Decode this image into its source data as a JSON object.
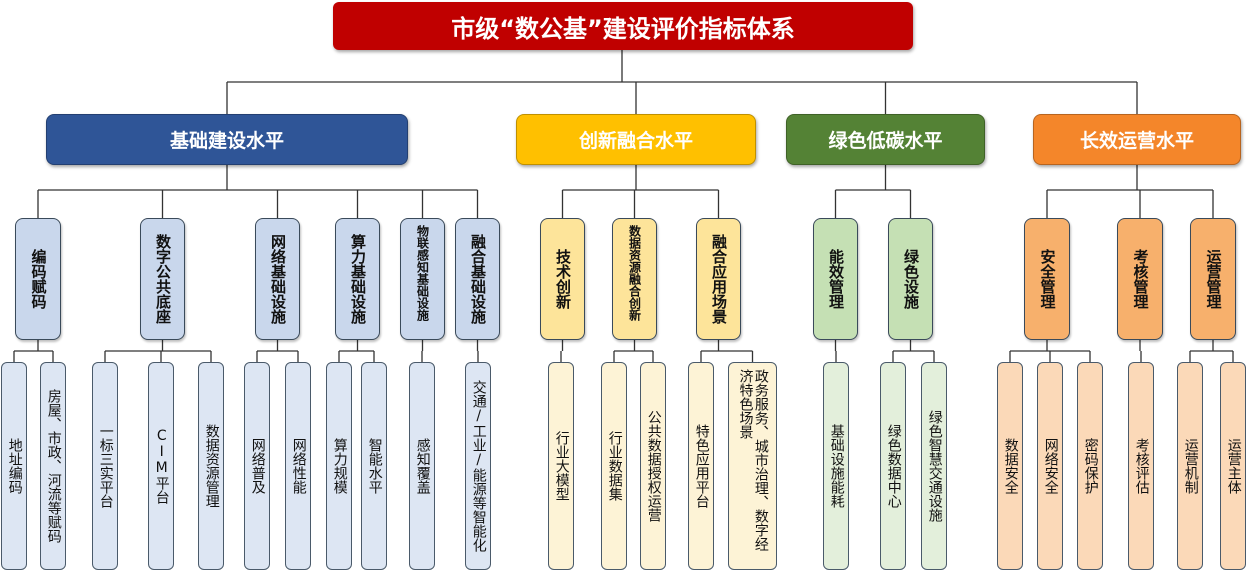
{
  "title": "市级“数公基”建设评价指标体系",
  "colors": {
    "title": "#c00000",
    "line": "#333333"
  },
  "groups": [
    {
      "label": "基础建设水平",
      "color": "#2f5597",
      "mid": "#c9d7ec",
      "leaf": "#dde6f3",
      "children": [
        {
          "label": "编码赋码",
          "leaves": [
            "地址编码",
            "房屋、市政、河流等赋码"
          ]
        },
        {
          "label": "数字公共底座",
          "leaves": [
            "一标三实平台",
            "CIM平台",
            "数据资源管理"
          ]
        },
        {
          "label": "网络基础设施",
          "leaves": [
            "网络普及",
            "网络性能"
          ]
        },
        {
          "label": "算力基础设施",
          "leaves": [
            "算力规模",
            "智能水平"
          ]
        },
        {
          "label": "物联感知基础设施",
          "leaves": [
            "感知覆盖"
          ]
        },
        {
          "label": "融合基础设施",
          "leaves": [
            "交通/工业/能源等智能化"
          ]
        }
      ]
    },
    {
      "label": "创新融合水平",
      "color": "#ffc000",
      "mid": "#fde49a",
      "leaf": "#fdf3d6",
      "children": [
        {
          "label": "技术创新",
          "leaves": [
            "行业大模型"
          ]
        },
        {
          "label": "数据资源融合创新",
          "leaves": [
            "行业数据集",
            "公共数据授权运营"
          ]
        },
        {
          "label": "融合应用场景",
          "leaves": [
            "特色应用平台",
            "政务服务、城市治理、数字经济特色场景"
          ]
        }
      ]
    },
    {
      "label": "绿色低碳水平",
      "color": "#548235",
      "mid": "#c5e0b4",
      "leaf": "#e3efdb",
      "children": [
        {
          "label": "能效管理",
          "leaves": [
            "基础设施能耗"
          ]
        },
        {
          "label": "绿色设施",
          "leaves": [
            "绿色数据中心",
            "绿色智慧交通设施"
          ]
        }
      ]
    },
    {
      "label": "长效运营水平",
      "color": "#f4862a",
      "mid": "#f7b06c",
      "leaf": "#fbd9b8",
      "children": [
        {
          "label": "安全管理",
          "leaves": [
            "数据安全",
            "网络安全",
            "密码保护"
          ]
        },
        {
          "label": "考核管理",
          "leaves": [
            "考核评估"
          ]
        },
        {
          "label": "运营管理",
          "leaves": [
            "运营机制",
            "运营主体"
          ]
        }
      ]
    }
  ]
}
